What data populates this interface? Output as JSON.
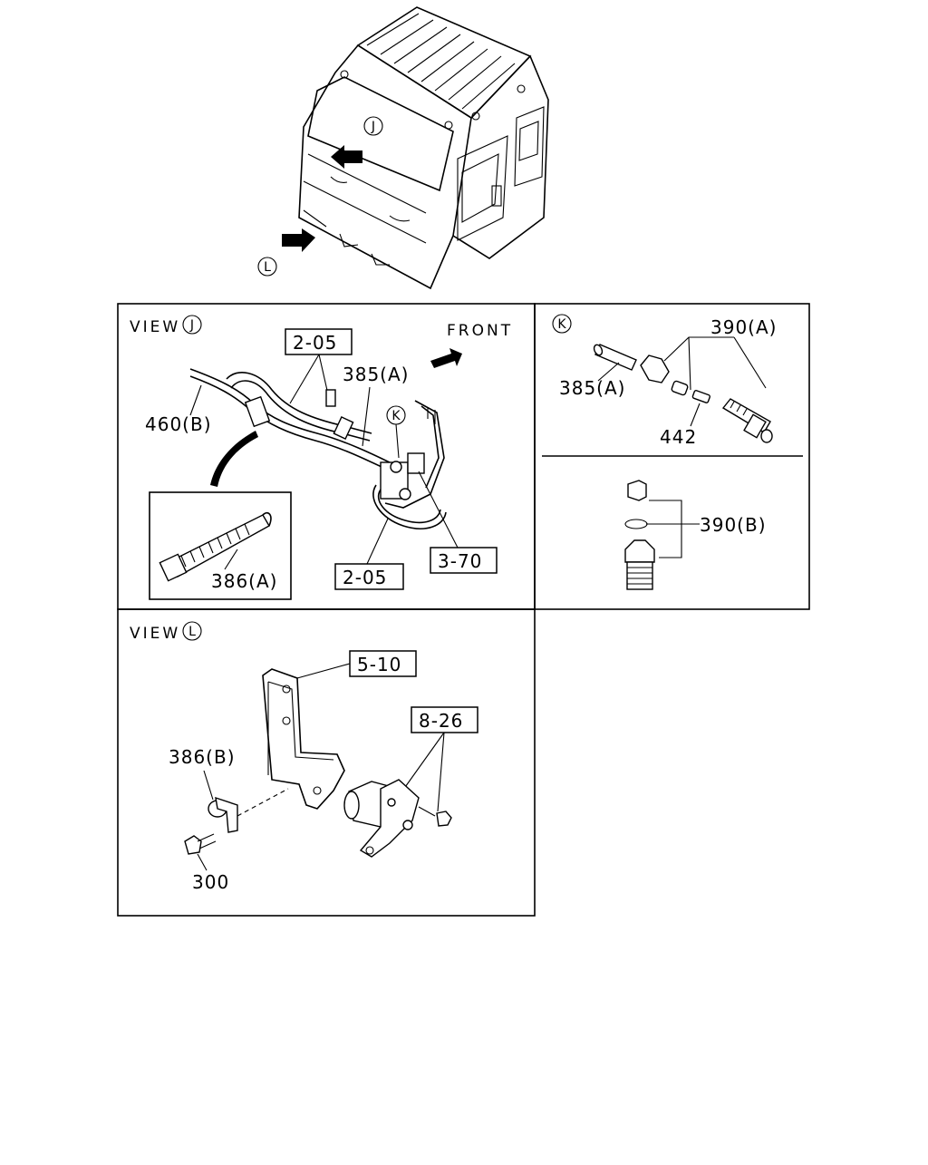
{
  "overview": {
    "view_j_marker": "J",
    "view_l_marker": "L"
  },
  "panel_j": {
    "view_label": "VIEW",
    "view_marker": "J",
    "front_label": "FRONT",
    "ref_top": "2-05",
    "ref_bottom": "2-05",
    "ref_370": "3-70",
    "label_385a": "385(A)",
    "label_460b": "460(B)",
    "label_386a": "386(A)",
    "k_marker": "K"
  },
  "panel_k": {
    "marker": "K",
    "label_390a": "390(A)",
    "label_385a": "385(A)",
    "label_442": "442",
    "label_390b": "390(B)"
  },
  "panel_l": {
    "view_label": "VIEW",
    "view_marker": "L",
    "ref_510": "5-10",
    "ref_826": "8-26",
    "label_386b": "386(B)",
    "label_300": "300"
  }
}
